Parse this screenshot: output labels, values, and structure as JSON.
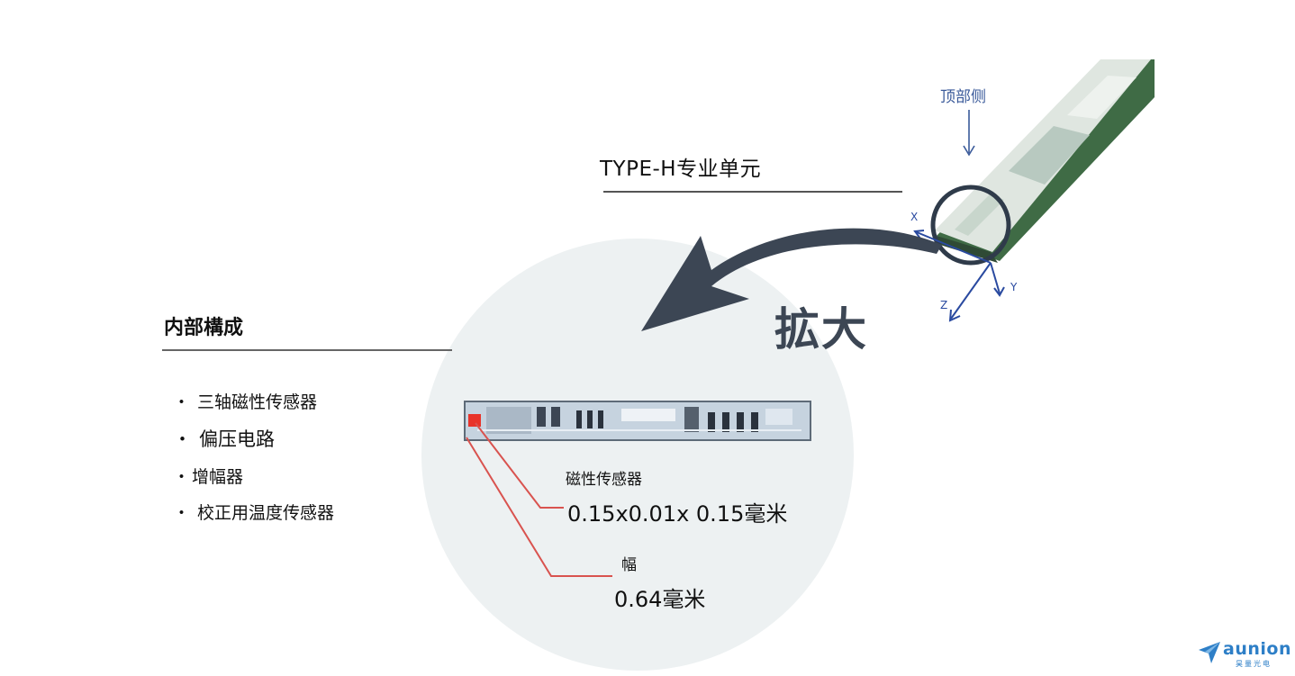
{
  "sensor_unit": {
    "title": "TYPE-H专业单元",
    "top_side_label": "顶部侧",
    "axes": {
      "x": "X",
      "y": "Y",
      "z": "Z"
    }
  },
  "enlarge_label": "拡大",
  "internal": {
    "heading": "内部構成",
    "items": [
      {
        "bullet": "・",
        "label": "三轴磁性传感器"
      },
      {
        "bullet": "・",
        "label": "偏压电路"
      },
      {
        "bullet": "・",
        "label": "增幅器"
      },
      {
        "bullet": "・",
        "label": "校正用温度传感器"
      }
    ]
  },
  "chip": {
    "sensor_label": "磁性传感器",
    "sensor_size": "0.15x0.01x 0.15毫米",
    "width_label": "幅",
    "width_value": "0.64毫米"
  },
  "logo": {
    "name": "aunion",
    "sub": "昊量光电"
  },
  "colors": {
    "arrow": "#3c4654",
    "circle_bg": "#edf1f2",
    "leader": "#d9534f",
    "sensor_dot": "#e8332a",
    "axis": "#2a4aa0",
    "logo": "#2e7fc7"
  }
}
